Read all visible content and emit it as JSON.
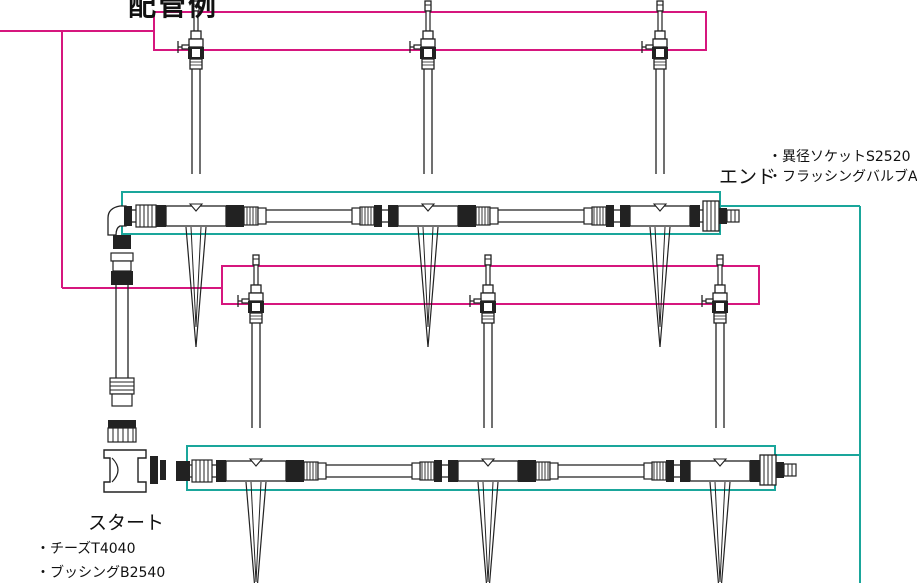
{
  "title": "配管例",
  "end": {
    "label": "エンド",
    "items": [
      "・異径ソケットS2520",
      "・フラッシングバルブA"
    ]
  },
  "start": {
    "label": "スタート",
    "items": [
      "・チーズT4040",
      "・ブッシングB2540"
    ]
  },
  "colors": {
    "highlight_magenta": "#d6167e",
    "highlight_teal": "#1aa69b",
    "line": "#222222",
    "fill_dark": "#222222",
    "fill_light": "#ffffff"
  },
  "icons": [
    "sprinkler-riser-icon",
    "tee-fitting-icon",
    "coupler-icon",
    "flushing-valve-icon",
    "stake-icon"
  ]
}
